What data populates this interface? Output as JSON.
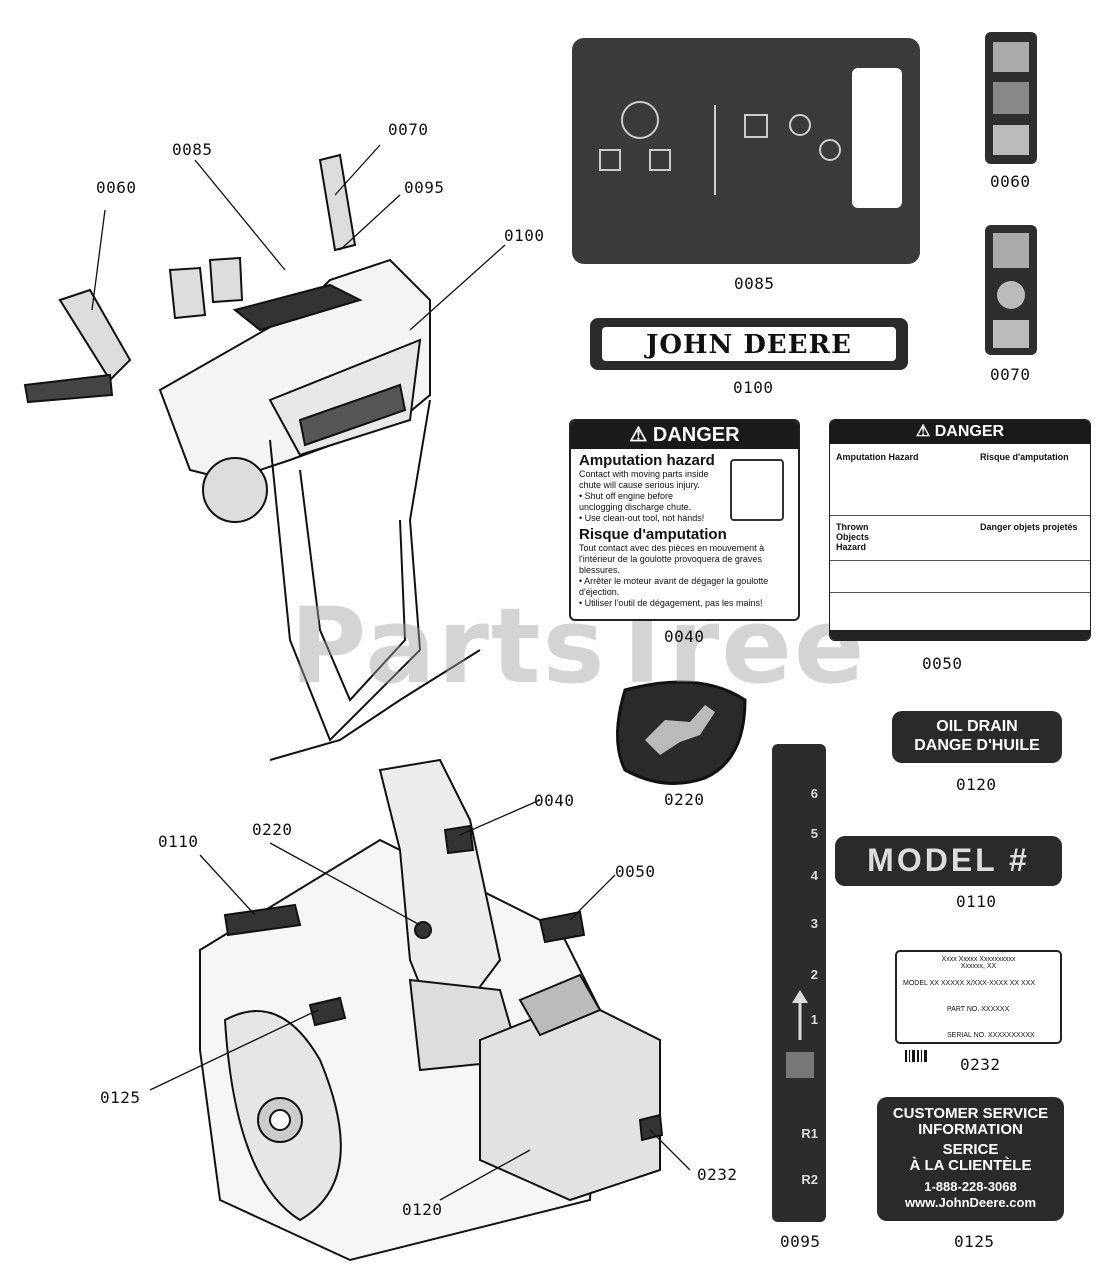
{
  "callouts": {
    "c0060a": "0060",
    "c0085a": "0085",
    "c0070a": "0070",
    "c0095a": "0095",
    "c0100a": "0100",
    "c0110a": "0110",
    "c0220a": "0220",
    "c0040a": "0040",
    "c0050a": "0050",
    "c0125a": "0125",
    "c0120a": "0120",
    "c0232a": "0232"
  },
  "labels": {
    "l0085": "0085",
    "l0060": "0060",
    "l0100": "0100",
    "l0070": "0070",
    "l0040": "0040",
    "l0050": "0050",
    "l0220": "0220",
    "l0120": "0120",
    "l0110": "0110",
    "l0232": "0232",
    "l0095": "0095",
    "l0125": "0125"
  },
  "decals": {
    "john_deere": "JOHN DEERE",
    "danger_0040": {
      "header": "DANGER",
      "title_en": "Amputation hazard",
      "line1": "Contact with moving parts inside chute will cause serious injury.",
      "bullet1": "Shut off engine before unclogging discharge chute.",
      "bullet2": "Use clean-out tool, not hands!",
      "title_fr": "Risque d'amputation",
      "line2": "Tout contact avec des pièces en mouvement à l'intérieur de la goulotte provoquera de graves blessures.",
      "bullet3": "Arrêter le moteur avant de dégager la goulotte d'éjection.",
      "bullet4": "Utiliser l'outil de dégagement, pas les mains!"
    },
    "danger_0050": {
      "header": "DANGER",
      "amp_en": "Amputation Hazard",
      "amp_fr": "Risque d'amputation",
      "throw_en": "Thrown Objects Hazard",
      "throw_fr": "Danger objets projetés"
    },
    "oil_drain_1": "OIL DRAIN",
    "oil_drain_2": "DANGE D'HUILE",
    "model": "MODEL #",
    "serial_top": "Xxxx Xxxxx Xxxxxxxxxx",
    "serial_sub": "Xxxxxx, XX",
    "serial_model": "MODEL",
    "serial_model_val": "XX XXXXX X/XXX-XXXX XX XXX",
    "serial_part": "PART NO.",
    "serial_part_val": "XXXXXX",
    "serial_no": "SERIAL NO.",
    "serial_no_val": "XXXXXXXXXX",
    "cs_1": "CUSTOMER SERVICE",
    "cs_2": "INFORMATION",
    "cs_3": "SERICE",
    "cs_4": "À LA CLIENTÈLE",
    "cs_phone": "1-888-228-3068",
    "cs_web": "www.JohnDeere.com",
    "speed_marks": [
      "6",
      "5",
      "4",
      "3",
      "2",
      "1",
      "R1",
      "R2"
    ]
  },
  "watermark": "PartsTree"
}
